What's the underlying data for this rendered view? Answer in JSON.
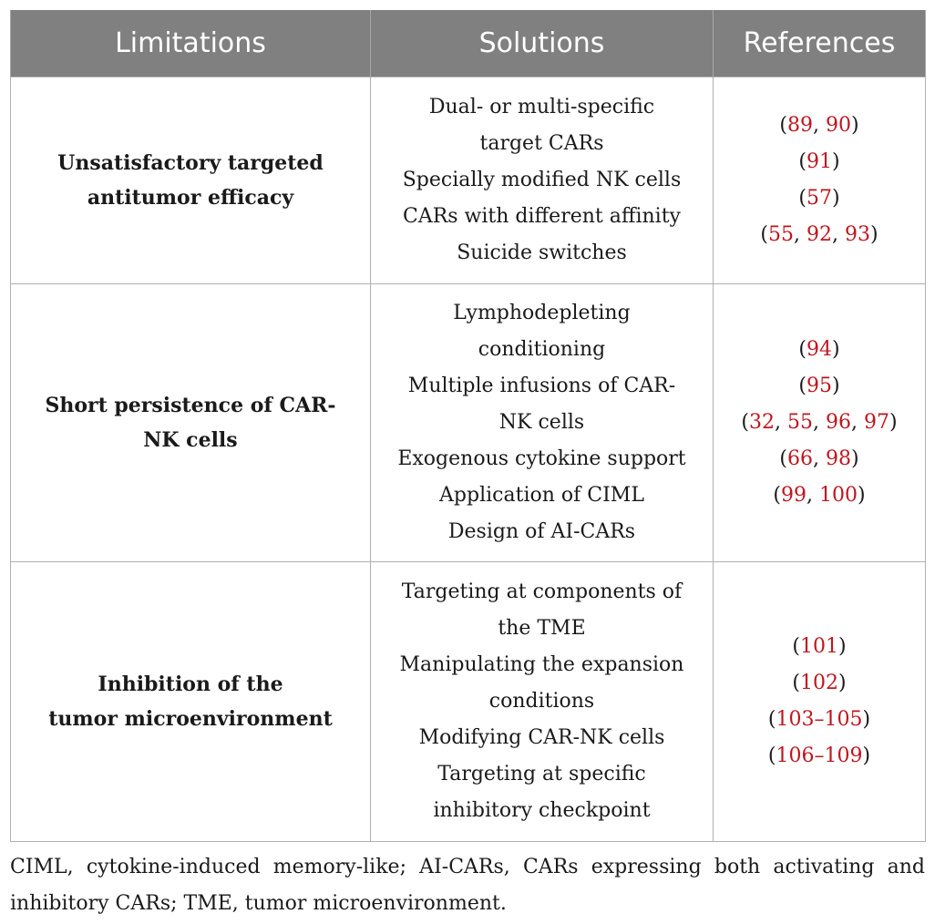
{
  "table": {
    "headers": [
      "Limitations",
      "Solutions",
      "References"
    ],
    "rows": [
      {
        "limitation": [
          "Unsatisfactory targeted",
          "antitumor efficacy"
        ],
        "solutions": [
          "Dual- or multi-specific",
          "target CARs",
          "Specially modified NK cells",
          "CARs with different affinity",
          "Suicide switches"
        ],
        "references": [
          [
            "89",
            "90"
          ],
          [
            "91"
          ],
          [
            "57"
          ],
          [
            "55",
            "92",
            "93"
          ]
        ]
      },
      {
        "limitation": [
          "Short persistence of CAR-",
          "NK cells"
        ],
        "solutions": [
          "Lymphodepleting",
          "conditioning",
          "Multiple infusions of CAR-",
          "NK cells",
          "Exogenous cytokine support",
          "Application of CIML",
          "Design of AI-CARs"
        ],
        "references": [
          [
            "94"
          ],
          [
            "95"
          ],
          [
            "32",
            "55",
            "96",
            "97"
          ],
          [
            "66",
            "98"
          ],
          [
            "99",
            "100"
          ]
        ]
      },
      {
        "limitation": [
          "Inhibition of the",
          "tumor microenvironment"
        ],
        "solutions": [
          "Targeting at components of",
          "the TME",
          "Manipulating the expansion",
          "conditions",
          "Modifying CAR-NK cells",
          "Targeting at specific",
          "inhibitory checkpoint"
        ],
        "references": [
          [
            "101"
          ],
          [
            "102"
          ],
          [
            "103–105"
          ],
          [
            "106–109"
          ]
        ]
      }
    ]
  },
  "footnote": "CIML, cytokine-induced memory-like; AI-CARs, CARs expressing both activating and inhibitory CARs; TME, tumor microenvironment.",
  "colors": {
    "header_bg": "#808080",
    "header_text": "#ffffff",
    "reference_link": "#c0161e",
    "border": "#b0b0b0"
  }
}
